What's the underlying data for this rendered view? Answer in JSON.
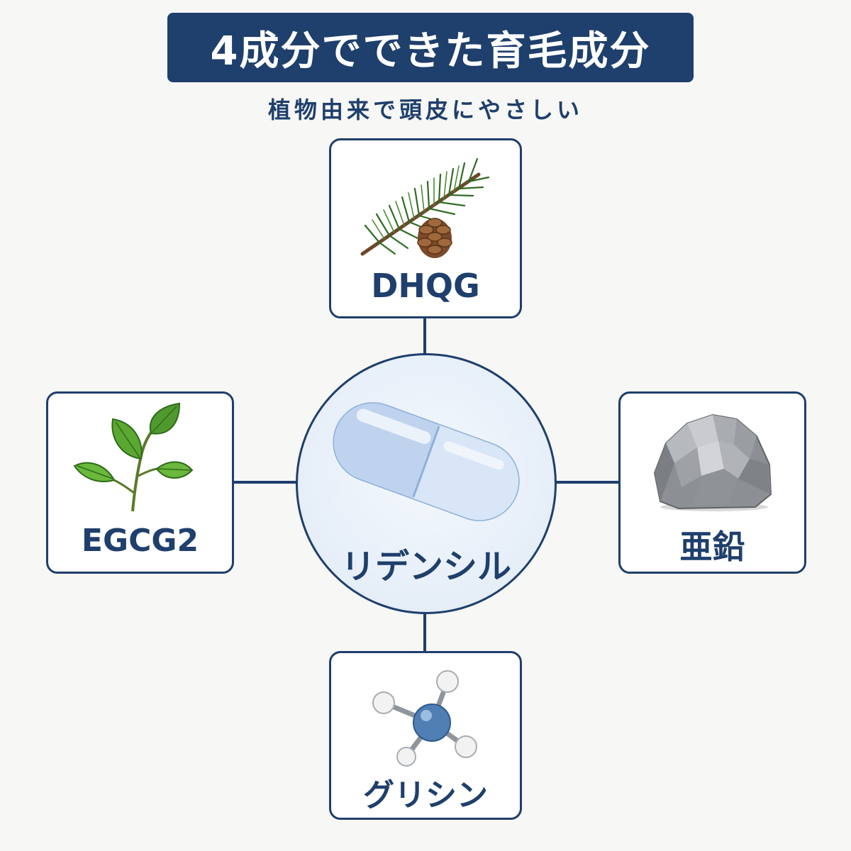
{
  "title": "4成分でできた育毛成分",
  "subtitle": "植物由来で頭皮にやさしい",
  "center": {
    "label": "リデンシル",
    "icon": "capsule-icon"
  },
  "ingredients": [
    {
      "position": "top",
      "label": "DHQG",
      "icon": "pine-branch-icon"
    },
    {
      "position": "left",
      "label": "EGCG2",
      "icon": "green-tea-leaf-icon"
    },
    {
      "position": "right",
      "label": "亜鉛",
      "icon": "zinc-rock-icon"
    },
    {
      "position": "bottom",
      "label": "グリシン",
      "icon": "molecule-icon"
    }
  ],
  "colors": {
    "navy": "#1f3f6c",
    "background": "#f7f7f5",
    "card": "#ffffff",
    "hub_fill": "#e6eef8"
  }
}
